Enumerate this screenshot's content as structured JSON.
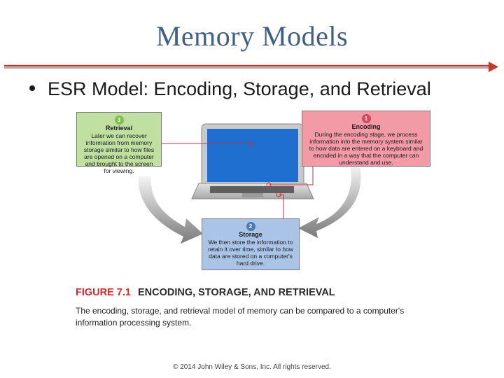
{
  "slide": {
    "title": "Memory Models",
    "bullet": "ESR Model: Encoding, Storage, and Retrieval",
    "rule_color": "#c0392b",
    "title_color": "#3f5f86"
  },
  "figure": {
    "retrieval": {
      "number": "3",
      "heading": "Retrieval",
      "text": "Later we can recover information from memory storage similar to how files are opened on a computer and brought to the screen for viewing.",
      "color": "#bfe0a0"
    },
    "encoding": {
      "number": "1",
      "heading": "Encoding",
      "text": "During the encoding stage, we process information into the memory system similar to how data are entered on a keyboard and encoded in a way that the computer can understand and use.",
      "color": "#f29aa6"
    },
    "storage": {
      "number": "2",
      "heading": "Storage",
      "text": "We then store the information to retain it over time, similar to how data are stored on a computer's hard drive.",
      "color": "#a9c4e6"
    },
    "figure_number": "FIGURE 7.1",
    "figure_title": "ENCODING, STORAGE, AND RETRIEVAL",
    "caption": "The encoding, storage, and retrieval model of memory can be compared to a computer's information processing system."
  },
  "footer": {
    "copyright": "© 2014 John Wiley & Sons, Inc. All rights reserved."
  }
}
